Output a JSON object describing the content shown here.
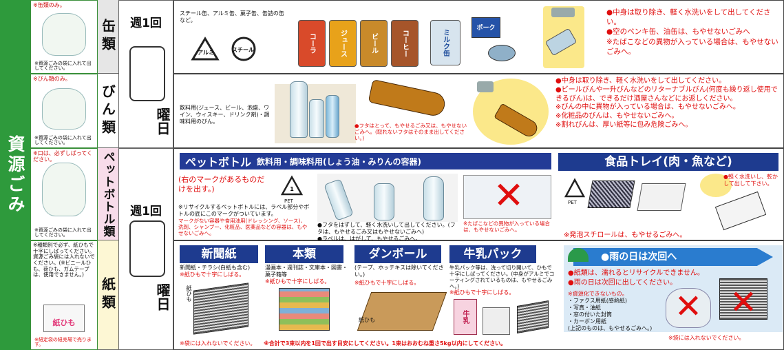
{
  "side_title": "資源ごみ",
  "rows": {
    "cans": {
      "bag_note": "※缶類のみ。",
      "bag_foot": "※資源ごみの袋に入れて出してください。",
      "category": "缶類",
      "week": "週1回",
      "day": "曜日",
      "items_text": "スチール缶、アルミ缶、菓子缶、缶詰の缶など。",
      "mark_alu": "アルミ",
      "mark_steel": "スチール",
      "can_labels": [
        "コーラ",
        "ジュース",
        "ビール",
        "コーヒー",
        "ミルク缶",
        "ポーク"
      ],
      "can_colors": [
        "#d94a2a",
        "#e8a21a",
        "#c98a2a",
        "#a6552a"
      ],
      "notes": [
        "●中身は取り除き、軽く水洗いをして出してください。",
        "●空のペンキ缶、油缶は、もやせないごみへ",
        "※たばこなどの異物が入っている場合は、もやせないごみへ。"
      ]
    },
    "bins": {
      "bag_note": "※びん類のみ。",
      "bag_foot": "※資源ごみの袋に入れて出してください。",
      "category": "びん類",
      "items_text": "飲料用(ジュース、ビール、泡盛、ワイン、ウィスキー、ドリンク剤)・調味料用のびん。",
      "cap_note": "●フタはとって、もやせるごみ又は、もやせないごみへ。(取れないフタはそのまま出してください。)",
      "notes": [
        "●中身は取り除き、軽く水洗いをして出してください。",
        "●ビールびんや一升びんなどのリターナブルびん(何度も繰り返し使用できるびん)は、できるだけ酒屋さんなどにお返しください。",
        "※びんの中に異物が入っている場合は、もやせないごみへ。",
        "※化粧品のびんは、もやせないごみへ。",
        "※割れびんは、厚い紙等に包み危険ごみへ。"
      ]
    },
    "pet": {
      "bag_note": "※口は、必ずしばってください。",
      "bag_foot": "※資源ごみの袋に入れて出してください。",
      "category": "ペットボトル類",
      "week": "週1回",
      "day": "曜日",
      "head_main": "ペットボトル",
      "head_sub": "飲料用・調味料用(しょう油・みりんの容器)",
      "mark_note": "(右のマークがあるものだけを出す。)",
      "pet_label": "PET",
      "recycle_text": "※リサイクルするペットボトルには、ラベル部分やボトルの底にこのマークがついています。",
      "warn_text": "マークがない容器や食用油用(ドレッシング、ソース)、洗剤、シャンプー、化粧品、医薬品などの容器は、もやせないごみへ。",
      "cap_text": "●フタをはずして、軽く水洗いして出してください。(フタは、もやせるごみ又はもやせないごみへ)",
      "label_text": "●ラベルは、はがして、もやせるごみへ。",
      "foreign_text": "※たばこなどの異物が入っている場合は、もやせないごみへ。",
      "tray_head": "食品トレイ(肉・魚など)",
      "tray_wash": "●軽く水洗いし、乾かして出して下さい。",
      "tray_pet_label": "PET",
      "tray_foot": "※発泡スチロールは、もやせるごみへ。"
    },
    "paper": {
      "bag_note": "※種類別で必ず、紙ひもで十字にしばってください。資源ごみ袋には入れないでください。(※ビニールひも、荷ひも、ガムテープは、使用できません。)",
      "bag_foot": "※紐定袋の紐売場で売ります。",
      "himo_label": "紙ひも",
      "category": "紙類",
      "newspaper_head": "新聞紙",
      "newspaper_text": "新聞紙・チラシ(白紙も含む)",
      "newspaper_red": "※紙ひもで十字にしばる。",
      "book_head": "本類",
      "book_text": "漫画本・週刊誌・文庫本・図書・菓子箱等",
      "book_red": "※紙ひもで十字にしばる。",
      "cardboard_head": "ダンボール",
      "cardboard_text": "(テープ、ホッチキスは除いてください。)",
      "cardboard_red": "※紙ひもで十字にしばる。",
      "milk_head": "牛乳パック",
      "milk_text": "牛乳パック等は、洗って切り開いて、ひもで十字にしばってください。(中身がアルミでコーティングされているものは、もやせるごみへ。)",
      "milk_red": "※紙ひもで十字にしばる。",
      "milk_carton_label": "牛乳",
      "himo_small": "紙ひも",
      "himo_cardboard": "紙ひも",
      "foot_left": "※袋には入れないでください。",
      "foot_mid": "※合計で3束以内を1回で出す目安にしてください。1束はおおむね重さ5kg以内にしてください。",
      "rain_head": "●雨の日は次回へ",
      "rain_notes": [
        "●紙類は、濡れるとリサイクルできません。",
        "●雨の日は次回に出してください。"
      ],
      "excluded_title": "※資源化できないもの。",
      "excluded": [
        "・ファクス用紙(感熱紙)",
        "・写真・油紙",
        "・窓の付いた封筒",
        "・カーボン用紙",
        "(上記のものは、もやせるごみへ。)"
      ],
      "foot_right": "※袋には入れないでください。"
    }
  },
  "colors": {
    "green": "#2e9a3c",
    "navy": "#233b96",
    "red": "#e00e0e"
  }
}
